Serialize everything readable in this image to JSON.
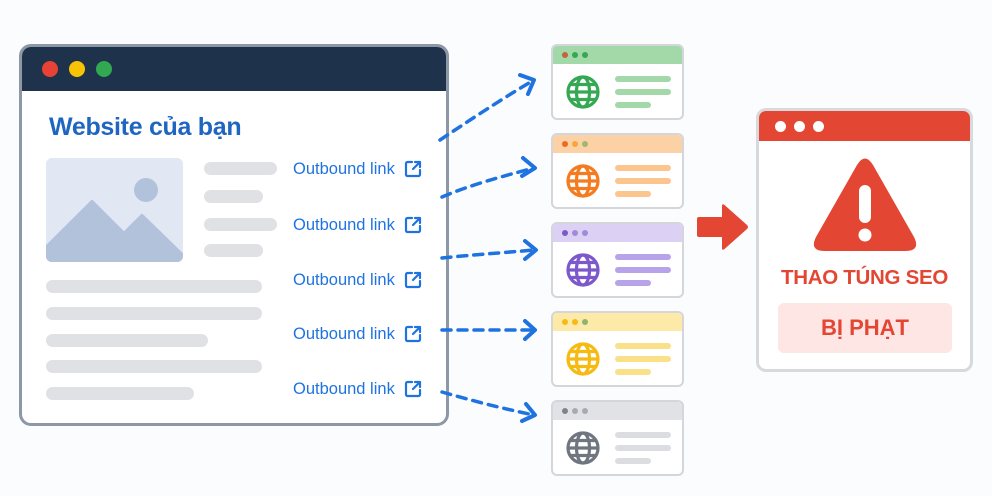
{
  "main_window": {
    "title": "Website của bạn",
    "traffic_lights": [
      "#e84236",
      "#f8c304",
      "#33a853"
    ],
    "header_color": "#1e324b",
    "outbound_links": [
      {
        "label": "Outbound link",
        "icon": "external-link-icon"
      },
      {
        "label": "Outbound link",
        "icon": "external-link-icon"
      },
      {
        "label": "Outbound link",
        "icon": "external-link-icon"
      },
      {
        "label": "Outbound link",
        "icon": "external-link-icon"
      },
      {
        "label": "Outbound link",
        "icon": "external-link-icon"
      }
    ]
  },
  "target_sites": [
    {
      "theme": "green",
      "header": "#a3d9a9",
      "accent": "#34a853",
      "line": "#a3d9a9",
      "dots": [
        "#c0663c",
        "#34a853",
        "#34a853"
      ],
      "icon": "globe-icon"
    },
    {
      "theme": "orange",
      "header": "#fdd1a6",
      "accent": "#f47b20",
      "line": "#fbc58d",
      "dots": [
        "#f06a1c",
        "#f3a63a",
        "#9cba6e"
      ],
      "icon": "globe-icon"
    },
    {
      "theme": "purple",
      "header": "#dcd0f5",
      "accent": "#7c58cc",
      "line": "#b7a3ea",
      "dots": [
        "#7c58cc",
        "#a08ad9",
        "#a08ad9"
      ],
      "icon": "globe-icon"
    },
    {
      "theme": "yellow",
      "header": "#fdeaa8",
      "accent": "#f6bb12",
      "line": "#fbe08a",
      "dots": [
        "#f6bb12",
        "#f6bb12",
        "#8bb66c"
      ],
      "icon": "globe-icon"
    },
    {
      "theme": "gray",
      "header": "#e1e2e6",
      "accent": "#6f7680",
      "line": "#dcdde1",
      "dots": [
        "#7d838c",
        "#a6abb2",
        "#a6abb2"
      ],
      "icon": "globe-icon"
    }
  ],
  "penalty_window": {
    "title": "THAO TÚNG SEO",
    "badge": "BỊ PHẠT",
    "color": "#e34633",
    "badge_bg": "#fde6e4",
    "icon": "warning-icon"
  },
  "colors": {
    "link_blue": "#1f73e0",
    "arrow_red": "#e34633"
  }
}
